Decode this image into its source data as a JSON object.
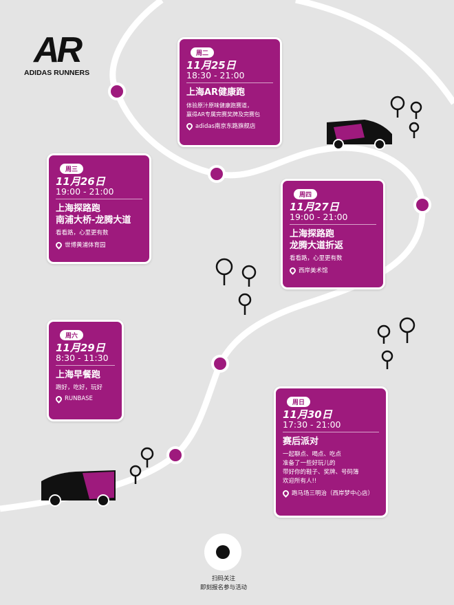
{
  "brand": {
    "mark": "AR",
    "name": "ADIDAS RUNNERS"
  },
  "colors": {
    "accent": "#9e1a7d",
    "background": "#e4e4e4"
  },
  "events": [
    {
      "day": "周二",
      "date": "11月25日",
      "time": "18:30 - 21:00",
      "title": "上海AR健康跑",
      "desc": "体验原汁原味健康跑赛道，\n赢得AR专属完赛奖牌及完赛包",
      "location": "adidas南京东路旗舰店"
    },
    {
      "day": "周三",
      "date": "11月26日",
      "time": "19:00 - 21:00",
      "title": "上海探路跑\n南浦大桥-龙腾大道",
      "desc": "看看路，心里更有数",
      "location": "世博黄浦体育园"
    },
    {
      "day": "周四",
      "date": "11月27日",
      "time": "19:00 - 21:00",
      "title": "上海探路跑\n龙腾大道折返",
      "desc": "看看路，心里更有数",
      "location": "西岸美术馆"
    },
    {
      "day": "周六",
      "date": "11月29日",
      "time": "8:30 - 11:30",
      "title": "上海早餐跑",
      "desc": "跑好，吃好，玩好",
      "location": "RUNBASE"
    },
    {
      "day": "周日",
      "date": "11月30日",
      "time": "17:30 - 21:00",
      "title": "赛后派对",
      "desc": "一起聊点、喝点、吃点\n准备了一些好玩儿的\n带好你的鞋子、奖牌、号码簿\n欢迎所有人!!",
      "location": "跑马场三明治（西岸梦中心店）"
    }
  ],
  "qr": {
    "line1": "扫码关注",
    "line2": "即刻报名参与活动"
  }
}
